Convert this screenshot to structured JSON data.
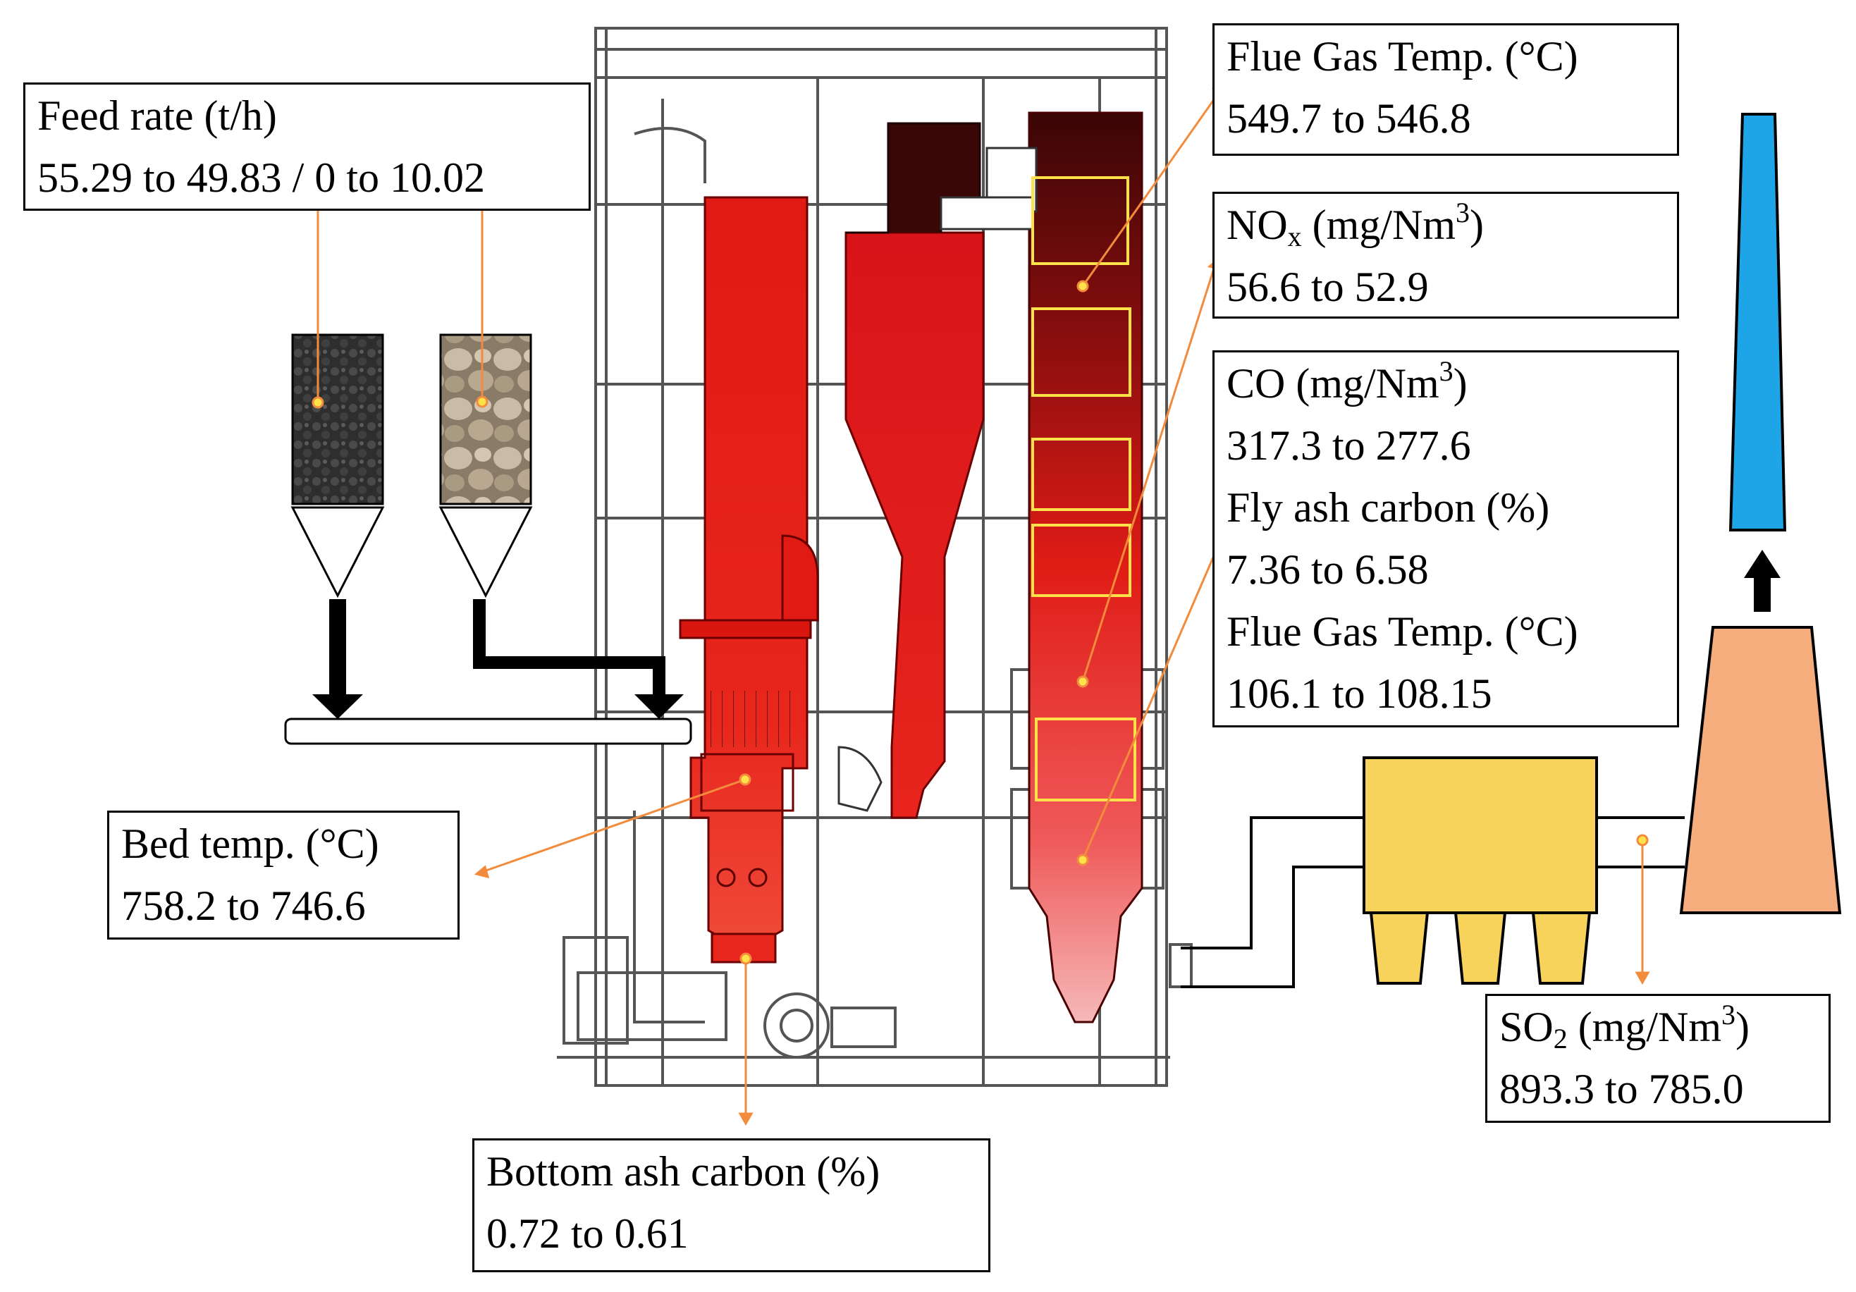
{
  "colors": {
    "accent_line": "#f28c3c",
    "furnace_red": "#e8201b",
    "dark_red": "#4a0a0a",
    "probe_box": "#ffe14a",
    "dust_collector": "#f7d35c",
    "chimney": "#f5ad7d",
    "stack": "#1ea5e8"
  },
  "icons": [
    "coal-hopper-icon",
    "biomass-hopper-icon",
    "dust-collector-icon",
    "chimney-icon",
    "stack-icon",
    "arrow-down-icon",
    "arrow-up-icon"
  ],
  "labels": {
    "feed_rate": {
      "title": "Feed rate (t/h)",
      "value": "55.29 to 49.83 / 0 to 10.02"
    },
    "flue_gas_top": {
      "title": "Flue Gas Temp. (°C)",
      "value": "549.7 to 546.8"
    },
    "nox": {
      "title_main": "NO",
      "title_sub": "x",
      "title_unit": " (mg/Nm",
      "title_sup": "3",
      "title_close": ")",
      "value": "56.6 to 52.9"
    },
    "co": {
      "title_main": "CO (mg/Nm",
      "title_sup": "3",
      "title_close": ")",
      "value": "317.3 to 277.6"
    },
    "fly_ash": {
      "title": "Fly ash carbon (%)",
      "value": "7.36 to 6.58"
    },
    "flue_gas_bottom": {
      "title": "Flue Gas Temp. (°C)",
      "value": "106.1 to 108.15"
    },
    "bed_temp": {
      "title": "Bed temp. (°C)",
      "value": "758.2 to 746.6"
    },
    "bottom_ash": {
      "title": "Bottom ash carbon (%)",
      "value": "0.72 to 0.61"
    },
    "so2": {
      "title_main": "SO",
      "title_sub": "2",
      "title_unit": " (mg/Nm",
      "title_sup": "3",
      "title_close": ")",
      "value": "893.3 to 785.0"
    }
  }
}
